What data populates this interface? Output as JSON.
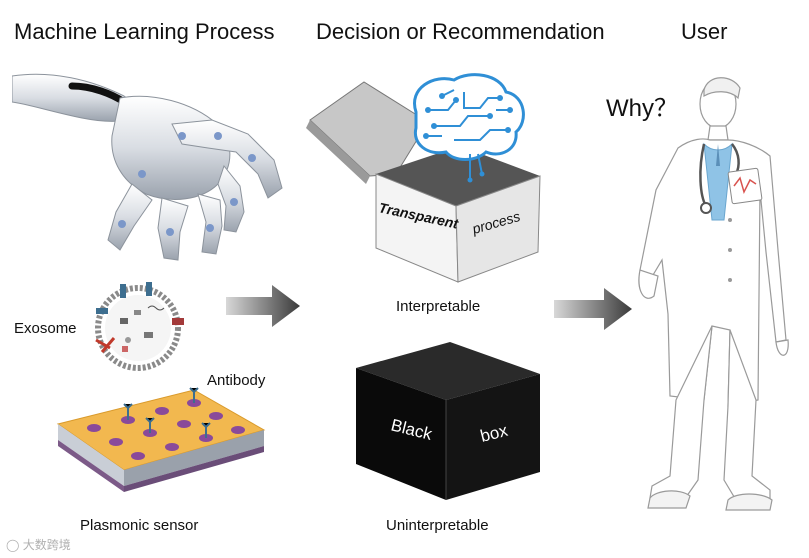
{
  "headers": {
    "ml_process": "Machine Learning Process",
    "decision": "Decision or Recommendation",
    "user": "User"
  },
  "labels": {
    "exosome": "Exosome",
    "antibody": "Antibody",
    "plasmonic_sensor": "Plasmonic sensor",
    "interpretable": "Interpretable",
    "uninterpretable": "Uninterpretable",
    "why": "Why？"
  },
  "transparent_box": {
    "front": "Transparent",
    "side": "process"
  },
  "black_box": {
    "front": "Black",
    "side": "box"
  },
  "watermark": "大数跨境",
  "colors": {
    "gold": "#f2b84f",
    "black_box": "#0a0a0a",
    "brain_blue": "#2f8fd6",
    "coat_blue": "#8fc3e6",
    "arrow_gray": "#6b6b6b"
  }
}
